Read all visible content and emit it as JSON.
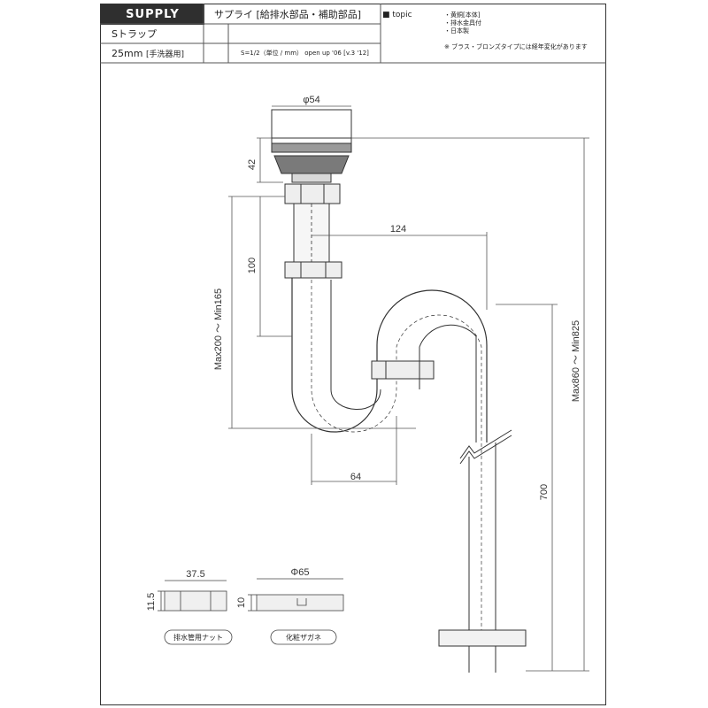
{
  "header": {
    "category": "SUPPLY",
    "title_jp": "サプライ [給排水部品・補助部品]",
    "product": "Sトラップ",
    "size": "25mm",
    "size_note": "[手洗器用]",
    "scale_info": "S=1/2（単位 / mm） open up '06 [v.3 '12]",
    "topic_label": "topic",
    "topic_items": [
      "・黄銅[本体]",
      "・排水金具付",
      "・日本製"
    ],
    "topic_note": "※ ブラス・ブロンズタイプには経年変化があります"
  },
  "dimensions": {
    "d_top": "φ54",
    "d_42": "42",
    "d_100": "100",
    "d_124": "124",
    "d_64": "64",
    "d_700": "700",
    "d_max200": "Max200 ～ Min165",
    "d_max860": "Max860 ～ Min825",
    "nut_width": "37.5",
    "nut_height": "11.5",
    "flange_dia": "Φ65",
    "flange_height": "10"
  },
  "parts": {
    "nut_label": "排水管用ナット",
    "flange_label": "化粧ザガネ"
  }
}
